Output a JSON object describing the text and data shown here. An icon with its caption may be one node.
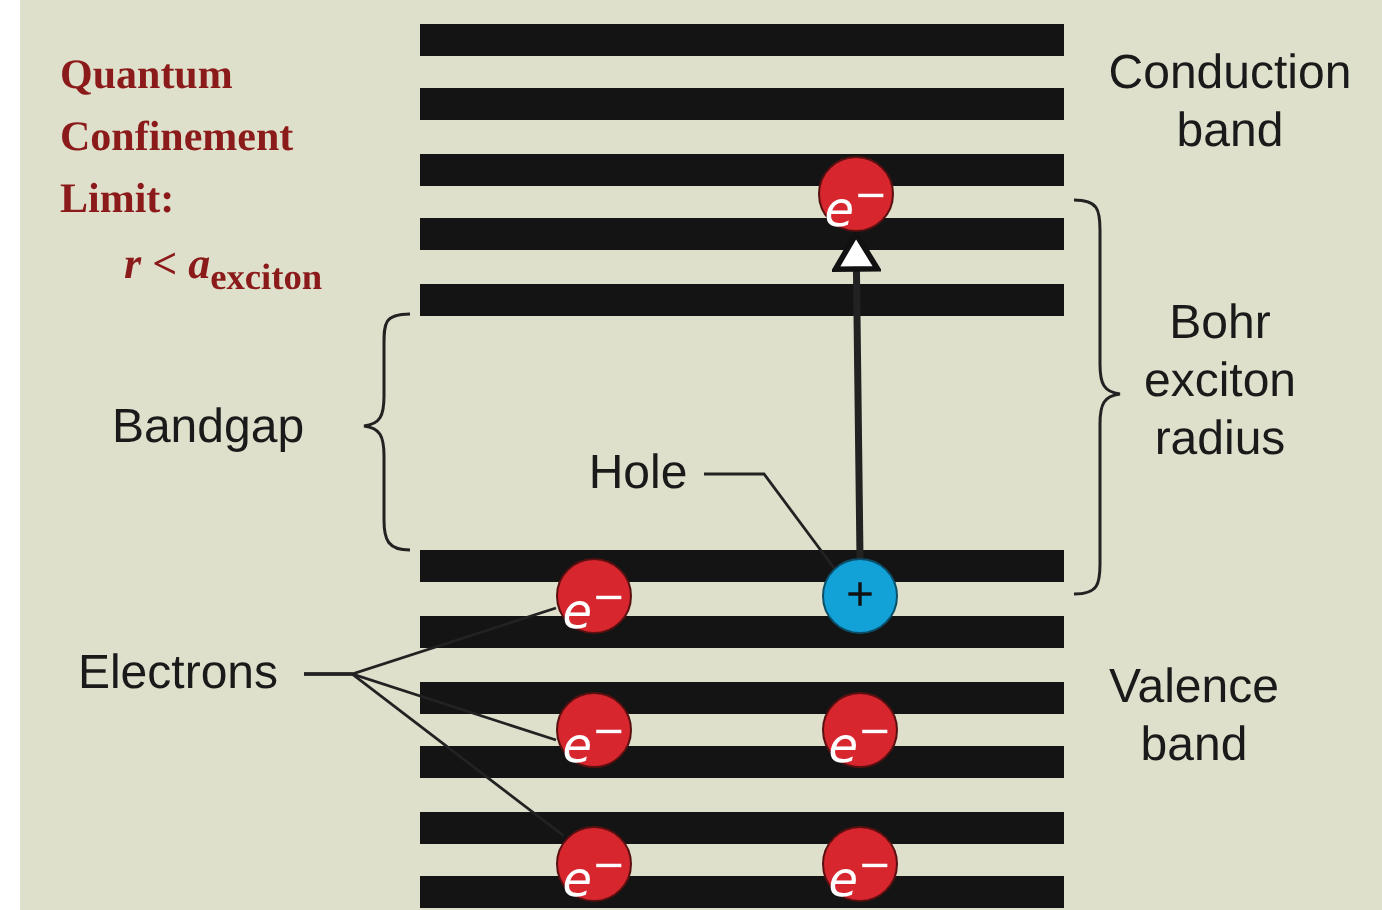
{
  "diagram": {
    "nodes": [
      {
        "text": [
          "*e*$^{−}$"
        ]
      },
      {
        "text": [
          "+"
        ]
      },
      {
        "text": [
          "Hole"
        ]
      },
      {
        "text": [
          "Electrons"
        ]
      },
      {
        "text": [
          "*e*$^{−}$"
        ]
      },
      {
        "text": [
          "*e*$^{−}$"
        ]
      },
      {
        "text": [
          "*e*$^{−}$"
        ]
      },
      {
        "text": [
          "*e*$^{−}$"
        ]
      },
      {
        "text": [
          "*e*$^{−}$"
        ]
      }
    ],
    "edges": [
      {
        "from": 1,
        "to": 0,
        "arrow": "to",
        "style": "thick"
      },
      {
        "from": 2,
        "to": 1,
        "arrow": "none"
      },
      {
        "from": 3,
        "to": 4,
        "arrow": "none"
      },
      {
        "from": 3,
        "to": 5,
        "arrow": "none"
      },
      {
        "from": 3,
        "to": 7,
        "arrow": "none"
      }
    ],
    "labels": [
      "Quantum Confinement Limit:",
      "*r* < *a*$_{exciton}$",
      "Conduction band",
      "Bandgap",
      "Bohr exciton radius",
      "Valence band"
    ]
  }
}
